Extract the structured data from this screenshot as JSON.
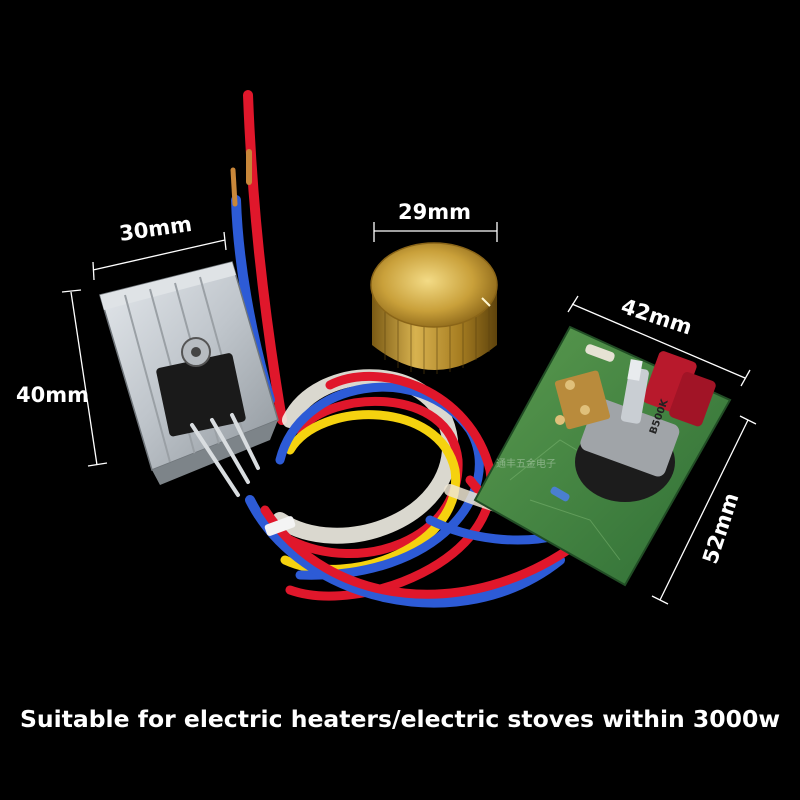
{
  "dimensions": {
    "heatsink_width": "30mm",
    "knob_diameter": "29mm",
    "board_width": "42mm",
    "heatsink_height": "40mm",
    "board_height": "52mm"
  },
  "caption": "Suitable for electric heaters/electric stoves within 3000w",
  "potentiometer_marking": "B500K",
  "watermark": "通丰五金电子",
  "colors": {
    "background": "#000000",
    "label_text": "#ffffff",
    "wire_red": "#e0172b",
    "wire_blue": "#2d5bd6",
    "wire_yellow": "#f5d20f",
    "knob_gold": "#c9a03a",
    "pcb_green": "#3f8a45",
    "heatsink_silver": "#c9ced3",
    "capacitor_red": "#b8192c"
  }
}
